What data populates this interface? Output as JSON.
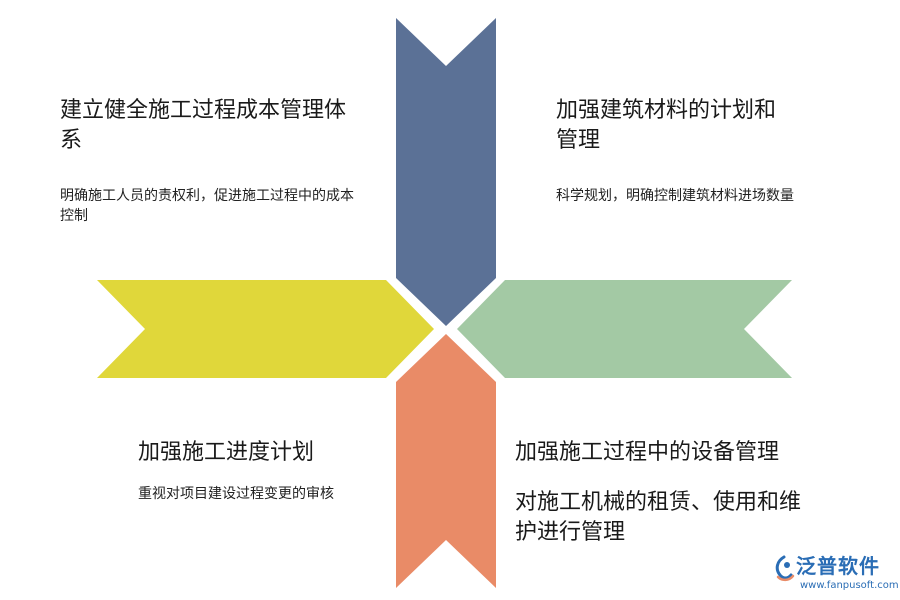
{
  "colors": {
    "top": "#5b7196",
    "left": "#e0d73a",
    "right": "#a3c9a4",
    "bottom": "#e98b67",
    "logo": "#2a6db5"
  },
  "quadrants": {
    "top_left": {
      "title": "建立健全施工过程成本管理体系",
      "desc": "明确施工人员的责权利，促进施工过程中的成本控制"
    },
    "top_right": {
      "title": "加强建筑材料的计划和管理",
      "desc": "科学规划，明确控制建筑材料进场数量"
    },
    "bottom_left": {
      "title": "加强施工进度计划",
      "desc": "重视对项目建设过程变更的审核"
    },
    "bottom_right": {
      "title": "加强施工过程中的设备管理",
      "desc": "对施工机械的租赁、使用和维护进行管理"
    }
  },
  "logo": {
    "icon": "fanpu-logo-icon",
    "name": "泛普软件",
    "url": "www.fanpusoft.com"
  }
}
